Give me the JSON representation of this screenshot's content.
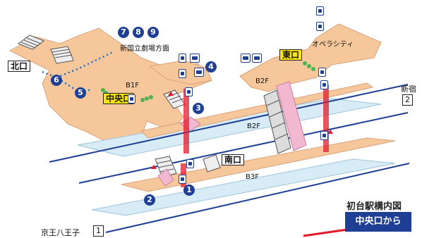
{
  "legend": {
    "title": "初台駅構内図",
    "subtitle": "中央口から"
  },
  "floors": {
    "b1f": "B1F",
    "b2f_left": "B2F",
    "b2f_right": "B2F",
    "b3f": "B3F"
  },
  "exits": {
    "north": "北口",
    "central": "中央口",
    "east": "東口",
    "south": "南口"
  },
  "exit_numbers": [
    "1",
    "2",
    "3",
    "4",
    "5",
    "6",
    "7",
    "8",
    "9"
  ],
  "destinations": {
    "theater": "新国立劇場方面",
    "opera_city": "オペラシティ"
  },
  "lines": {
    "shinjuku_label": "新宿",
    "shinjuku_platform": "2",
    "keio_label": "京王八王子",
    "keio_platform": "1"
  },
  "colors": {
    "concourse": "#f7c79c",
    "platform": "#d7ecf6",
    "track": "#1f3f94",
    "escalator": "#f2b8cf",
    "accent": "#e01b2a",
    "exit_yellow": "#ffe800"
  }
}
